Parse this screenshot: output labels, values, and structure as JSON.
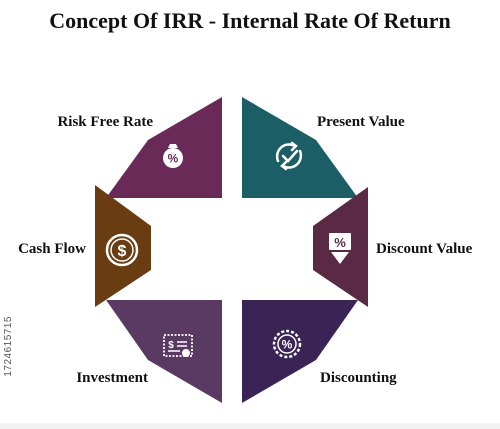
{
  "title": "Concept Of IRR - Internal Rate Of Return",
  "segments": [
    {
      "id": "present-value",
      "label": "Present Value",
      "color": "#1b5e66",
      "icon": "refresh-check-icon"
    },
    {
      "id": "discount-value",
      "label": "Discount Value",
      "color": "#5a2a44",
      "icon": "percent-down-arrow-icon"
    },
    {
      "id": "discounting",
      "label": "Discounting",
      "color": "#3a2455",
      "icon": "percent-badge-icon"
    },
    {
      "id": "investment",
      "label": "Investment",
      "color": "#5a3a62",
      "icon": "certificate-icon"
    },
    {
      "id": "cash-flow",
      "label": "Cash Flow",
      "color": "#6a3c12",
      "icon": "dollar-coin-icon"
    },
    {
      "id": "risk-free-rate",
      "label": "Risk Free Rate",
      "color": "#6a2a58",
      "icon": "percent-bag-icon"
    }
  ],
  "watermark": "1724615715"
}
